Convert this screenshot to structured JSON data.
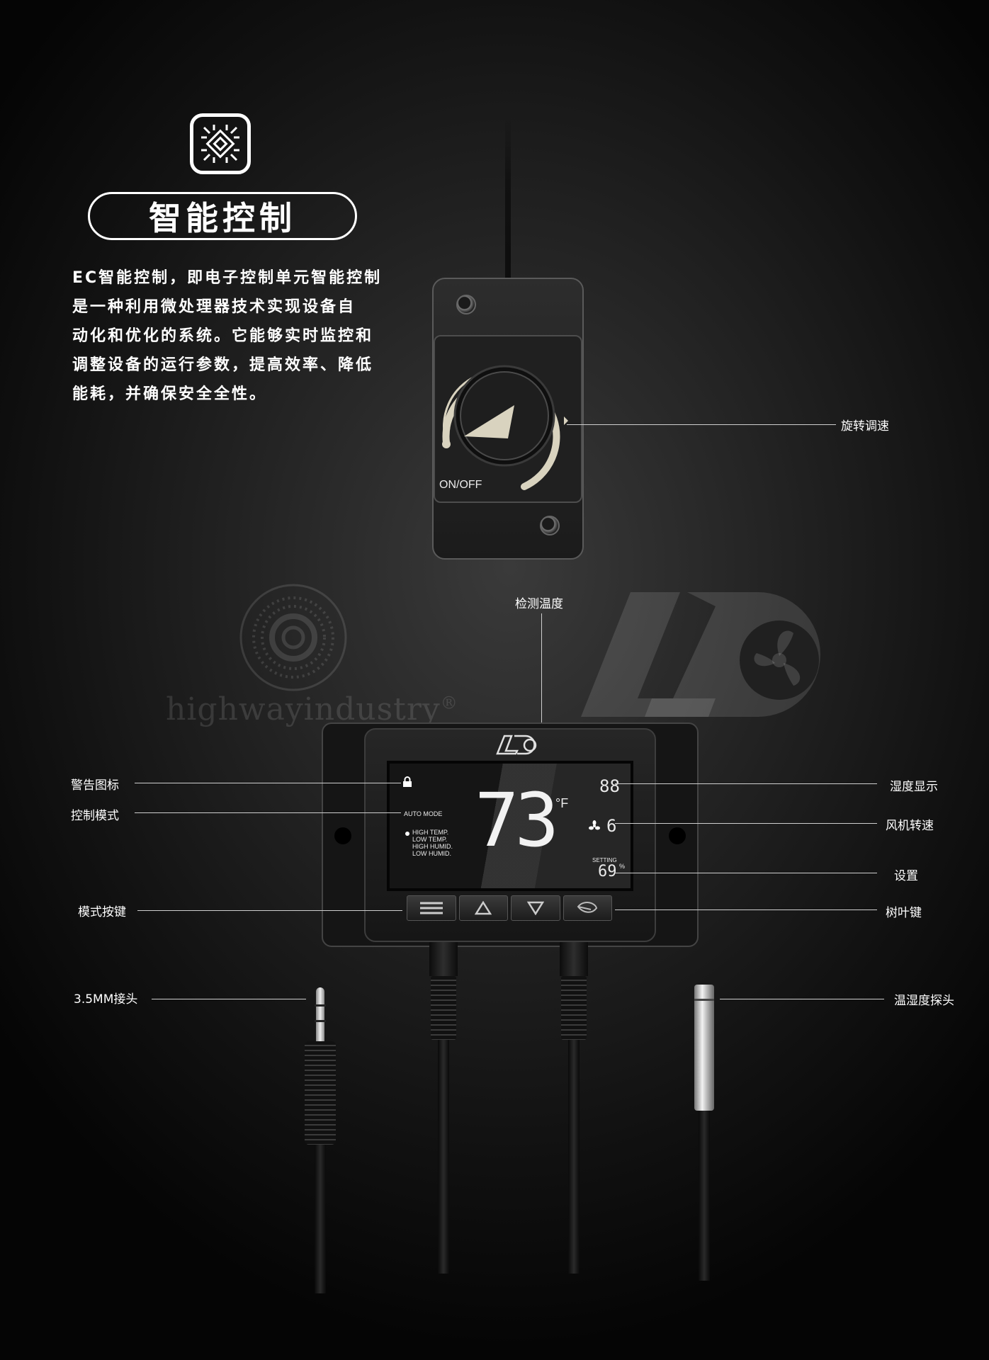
{
  "header": {
    "title": "智能控制",
    "intro_lines": [
      "EC智能控制，即电子控制单元智能控制",
      "是一种利用微处理器技术实现设备自",
      "动化和优化的系统。它能够实时监控和",
      "调整设备的运行参数，提高效率、降低",
      "能耗，并确保安全全性。"
    ]
  },
  "knob": {
    "on_off_label": "ON/OFF",
    "callout": "旋转调速"
  },
  "watermark": {
    "text": "highwayindustry",
    "registered": "®"
  },
  "display": {
    "temperature": "73",
    "temp_unit": "°F",
    "mode_label": "AUTO MODE",
    "mode_options": [
      "HIGH TEMP.",
      "LOW TEMP.",
      "HIGH HUMID.",
      "LOW HUMID."
    ],
    "humidity_value": "88",
    "fan_speed": "6",
    "setting_label": "SETTING",
    "setting_value": "69",
    "setting_unit": "%"
  },
  "callouts": {
    "detect_temp": "检测温度",
    "warning_icon": "警告图标",
    "control_mode": "控制模式",
    "mode_button": "模式按键",
    "humidity_display": "湿度显示",
    "fan_speed": "风机转速",
    "settings": "设置",
    "leaf_button": "树叶键",
    "jack": "3.5MM接头",
    "probe": "温湿度探头"
  },
  "colors": {
    "background": "#1c1c1c",
    "accent_cream": "#d9d3bf",
    "probe_silver": "#c8c8c8"
  }
}
